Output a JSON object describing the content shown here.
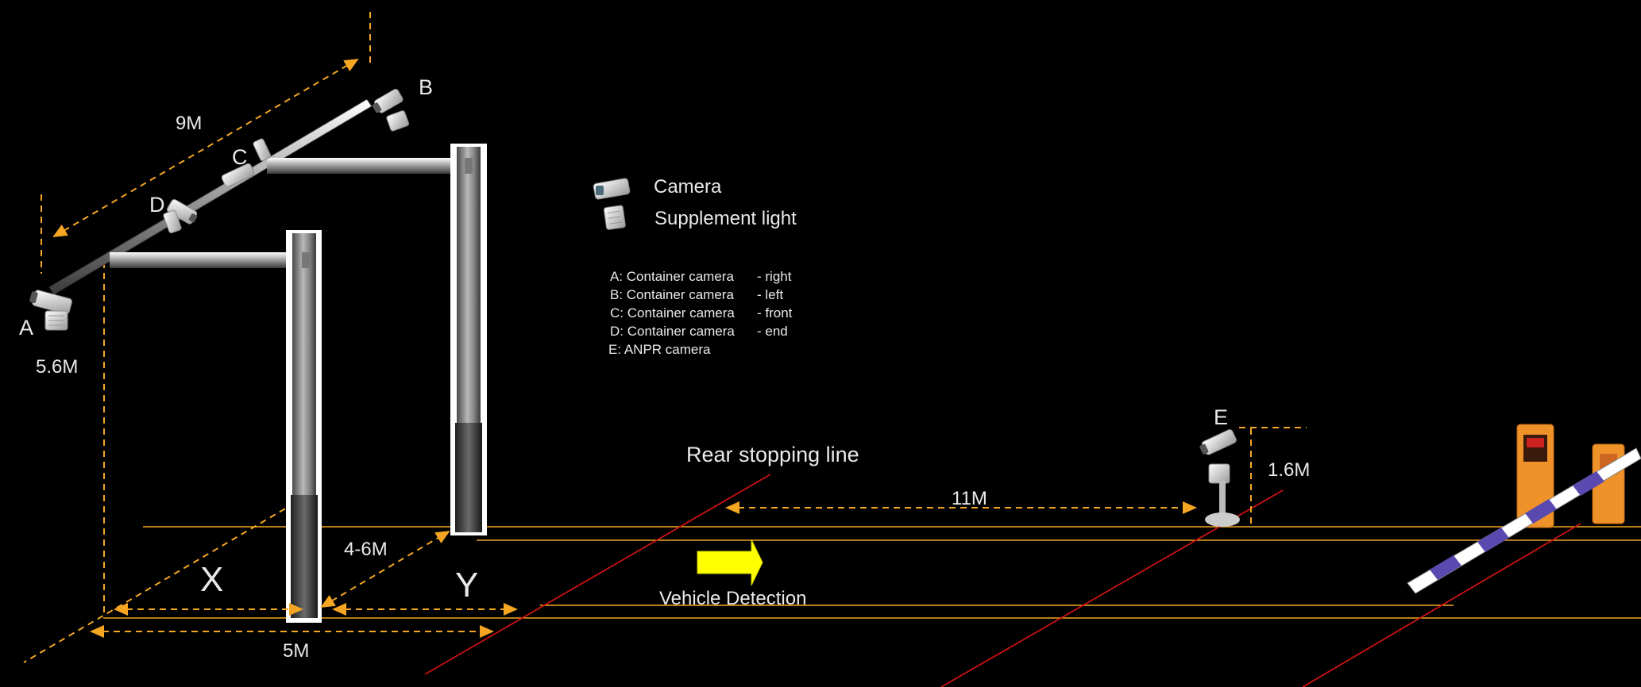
{
  "legend": {
    "camera_label": "Camera",
    "light_label": "Supplement light",
    "items": [
      {
        "key": "A: Container camera",
        "pos": "- right"
      },
      {
        "key": "B: Container camera",
        "pos": "- left"
      },
      {
        "key": "C: Container camera",
        "pos": "- front"
      },
      {
        "key": "D: Container camera",
        "pos": "- end"
      },
      {
        "key": "E: ANPR camera",
        "pos": ""
      }
    ]
  },
  "markers": {
    "a": "A",
    "b": "B",
    "c": "C",
    "d": "D",
    "e": "E"
  },
  "dimensions": {
    "gantry_length": "9M",
    "camera_height": "5.6M",
    "pole_gap": "4-6M",
    "lane_width": "5M",
    "anpr_distance": "11M",
    "anpr_height": "1.6M"
  },
  "zones": {
    "x": "X",
    "y": "Y"
  },
  "labels": {
    "rear_stop": "Rear stopping line",
    "vehicle_detection": "Vehicle Detection"
  },
  "colors": {
    "guide_line": "#f4a623",
    "stop_line": "#cc1111",
    "arrow_fill": "#ffff00",
    "dim_line": "#f4a623",
    "text": "#e9e9e9"
  }
}
